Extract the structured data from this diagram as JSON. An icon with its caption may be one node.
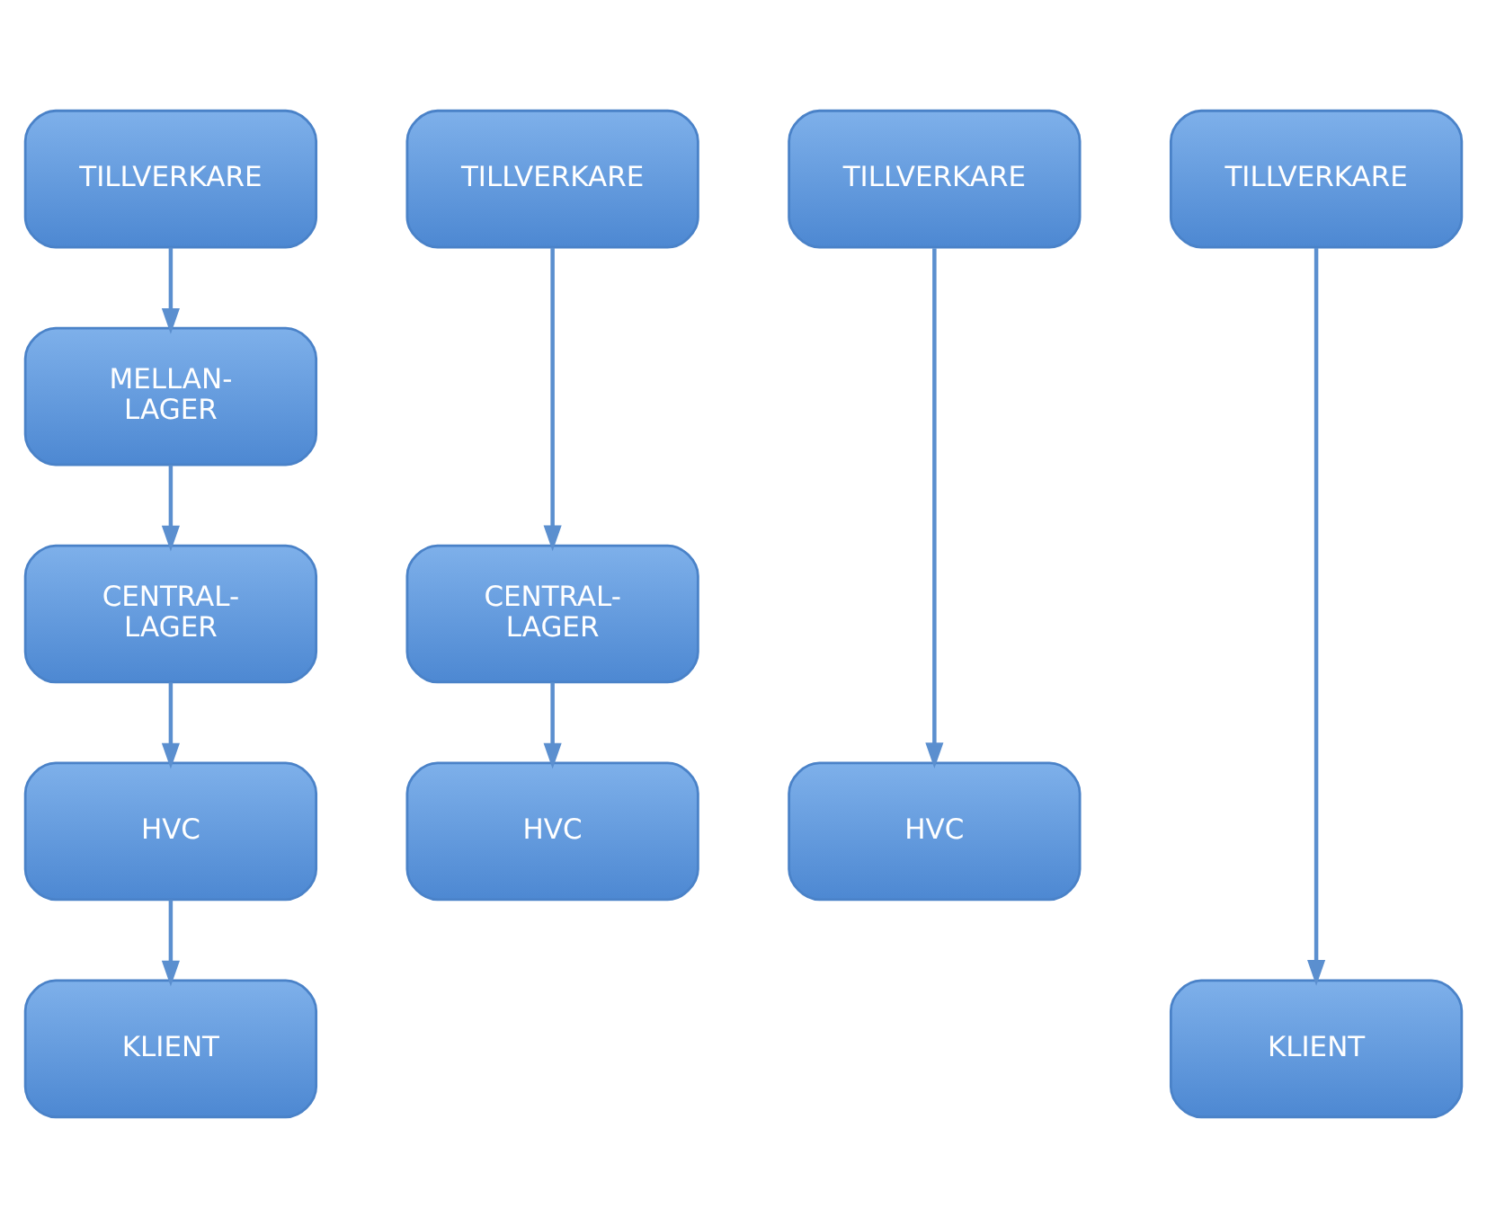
{
  "diagram": {
    "nodes": [
      {
        "text": [
          "TILLVERKARE"
        ]
      },
      {
        "text": [
          "TILLVERKARE"
        ]
      },
      {
        "text": [
          "TILLVERKARE"
        ]
      },
      {
        "text": [
          "TILLVERKARE"
        ]
      },
      {
        "text": [
          "MELLAN- LAGER"
        ]
      },
      {
        "text": [
          "CENTRAL- LAGER"
        ]
      },
      {
        "text": [
          "CENTRAL- LAGER"
        ]
      },
      {
        "text": [
          "HVC"
        ]
      },
      {
        "text": [
          "HVC"
        ]
      },
      {
        "text": [
          "HVC"
        ]
      },
      {
        "text": [
          "KLIENT"
        ]
      },
      {
        "text": [
          "KLIENT"
        ]
      }
    ],
    "edges": [
      {
        "from": 0,
        "to": 4,
        "arrow": "to"
      },
      {
        "from": 4,
        "to": 5,
        "arrow": "to"
      },
      {
        "from": 5,
        "to": 7,
        "arrow": "to"
      },
      {
        "from": 7,
        "to": 10,
        "arrow": "to"
      },
      {
        "from": 1,
        "to": 6,
        "arrow": "to"
      },
      {
        "from": 6,
        "to": 8,
        "arrow": "to"
      },
      {
        "from": 2,
        "to": 9,
        "arrow": "to"
      },
      {
        "from": 3,
        "to": 11,
        "arrow": "to"
      }
    ]
  }
}
